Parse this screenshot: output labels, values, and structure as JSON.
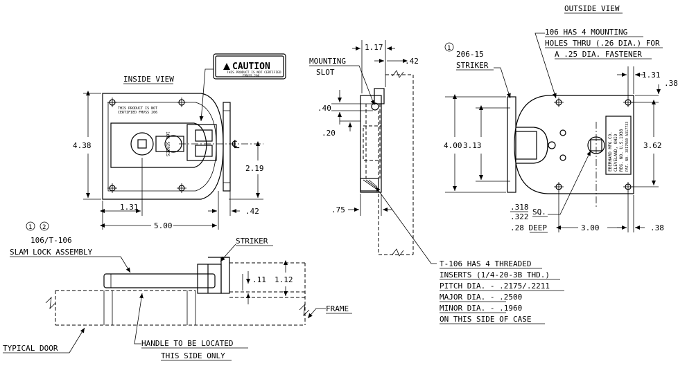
{
  "views": {
    "outside_view": "OUTSIDE VIEW",
    "inside_view": "INSIDE VIEW"
  },
  "notes": {
    "mounting_holes": [
      "106 HAS 4 MOUNTING",
      "HOLES THRU (.26 DIA.) FOR",
      "A .25 DIA. FASTENER"
    ],
    "striker_callout_num": "1",
    "striker_callout": [
      "206-15",
      "STRIKER"
    ],
    "mounting_slot": [
      "MOUNTING",
      "SLOT"
    ],
    "slam_lock_nums": [
      "1",
      "2"
    ],
    "slam_lock": [
      "106/T-106",
      "SLAM LOCK ASSEMBLY"
    ],
    "striker": "STRIKER",
    "frame": "FRAME",
    "typical_door": "TYPICAL DOOR",
    "handle_location": [
      "HANDLE TO BE LOCATED",
      "THIS SIDE ONLY"
    ],
    "threaded_inserts": [
      "T-106 HAS 4 THREADED",
      "INSERTS (1/4-20-3B THD.)",
      "PITCH DIA. - .2175/.2211",
      "MAJOR DIA. - .2500",
      "MINOR DIA. - .1960",
      "ON THIS SIDE OF CASE"
    ]
  },
  "caution_label": {
    "title": "CAUTION",
    "line1": "THIS PRODUCT IS NOT CERTIFIED",
    "line2": "FMVSS 206"
  },
  "inside_label": {
    "line1": "THIS PRODUCT IS NOT",
    "line2": "CERTIFIED FMVSS 206",
    "series": "106 SERIES"
  },
  "outside_label": {
    "lines": [
      "EBERHARD MFG.CO.",
      "CLEVELAND, OHIO",
      "REG. NO. U.S.1938",
      "PAT. NO. 3817560 A317733"
    ]
  },
  "dimensions": {
    "height_inside": "4.38",
    "centerline_height": "2.19",
    "left_offset": "1.31",
    "overall_width": "5.00",
    "right_offset_inside": ".42",
    "side_top": "1.17",
    "side_right": ".42",
    "slot_width": ".40",
    "slot_offset": ".20",
    "side_bottom": ".75",
    "top_right": "1.31",
    "corner": ".38",
    "outer_height": "4.00",
    "striker_height": "3.13",
    "hole_spacing": "3.62",
    "square_top": ".318",
    "square_bottom": ".322",
    "square_unit": "SQ.",
    "square_depth": ".28  DEEP",
    "hole_width": "3.00",
    "bottom_right": ".38",
    "gap": ".11",
    "frame_height": "1.12"
  },
  "centerline_symbol": "℄"
}
